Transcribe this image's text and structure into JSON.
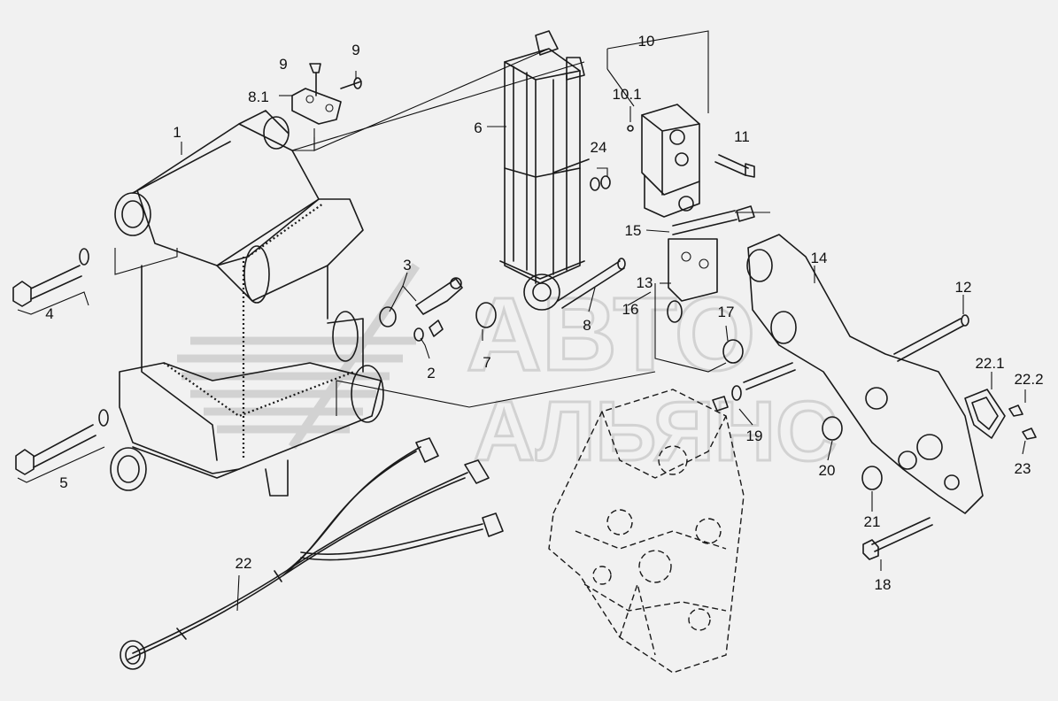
{
  "watermark": {
    "line1": "АВТО",
    "line2": "АЛЬЯНС"
  },
  "callouts": [
    {
      "id": "c1",
      "text": "1"
    },
    {
      "id": "c2",
      "text": "2"
    },
    {
      "id": "c3",
      "text": "3"
    },
    {
      "id": "c4",
      "text": "4"
    },
    {
      "id": "c5",
      "text": "5"
    },
    {
      "id": "c6",
      "text": "6"
    },
    {
      "id": "c7",
      "text": "7"
    },
    {
      "id": "c8",
      "text": "8"
    },
    {
      "id": "c8_1",
      "text": "8.1"
    },
    {
      "id": "c9a",
      "text": "9"
    },
    {
      "id": "c9b",
      "text": "9"
    },
    {
      "id": "c10",
      "text": "10"
    },
    {
      "id": "c10_1",
      "text": "10.1"
    },
    {
      "id": "c11",
      "text": "11"
    },
    {
      "id": "c12",
      "text": "12"
    },
    {
      "id": "c13",
      "text": "13"
    },
    {
      "id": "c14",
      "text": "14"
    },
    {
      "id": "c15",
      "text": "15"
    },
    {
      "id": "c16",
      "text": "16"
    },
    {
      "id": "c17",
      "text": "17"
    },
    {
      "id": "c18",
      "text": "18"
    },
    {
      "id": "c19",
      "text": "19"
    },
    {
      "id": "c20",
      "text": "20"
    },
    {
      "id": "c21",
      "text": "21"
    },
    {
      "id": "c22",
      "text": "22"
    },
    {
      "id": "c22_1",
      "text": "22.1"
    },
    {
      "id": "c22_2",
      "text": "22.2"
    },
    {
      "id": "c23",
      "text": "23"
    },
    {
      "id": "c24",
      "text": "24"
    }
  ]
}
